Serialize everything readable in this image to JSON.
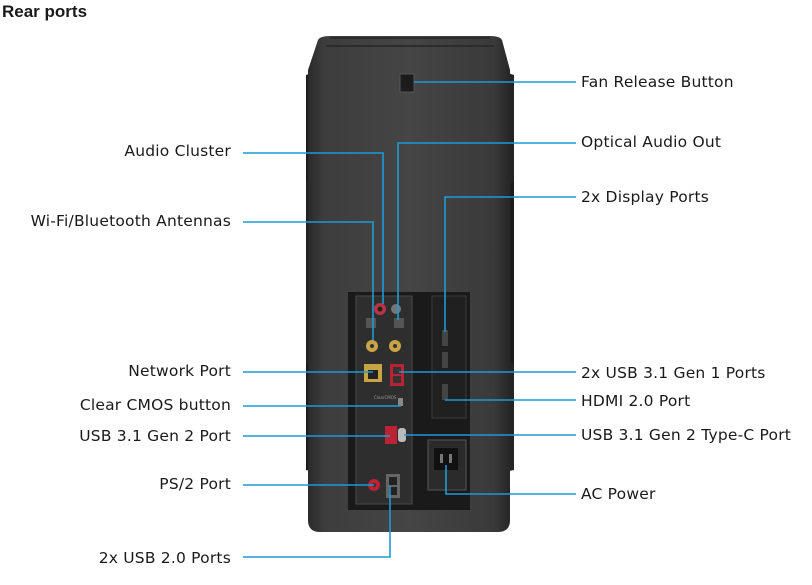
{
  "title": "Rear ports",
  "leader_color": "#1d9ad6",
  "labels": {
    "fan_release": "Fan Release Button",
    "audio_cluster": "Audio Cluster",
    "optical": "Optical Audio Out",
    "display": "2x Display Ports",
    "wifi": "Wi-Fi/Bluetooth Antennas",
    "network": "Network Port",
    "usb31g1": "2x USB 3.1 Gen 1 Ports",
    "cmos": "Clear CMOS button",
    "hdmi": "HDMI 2.0 Port",
    "usb31g2": "USB 3.1 Gen 2 Port",
    "typec": "USB 3.1 Gen 2 Type-C Port",
    "ps2": "PS/2 Port",
    "ac": "AC Power",
    "usb20": "2x USB 2.0 Ports"
  }
}
